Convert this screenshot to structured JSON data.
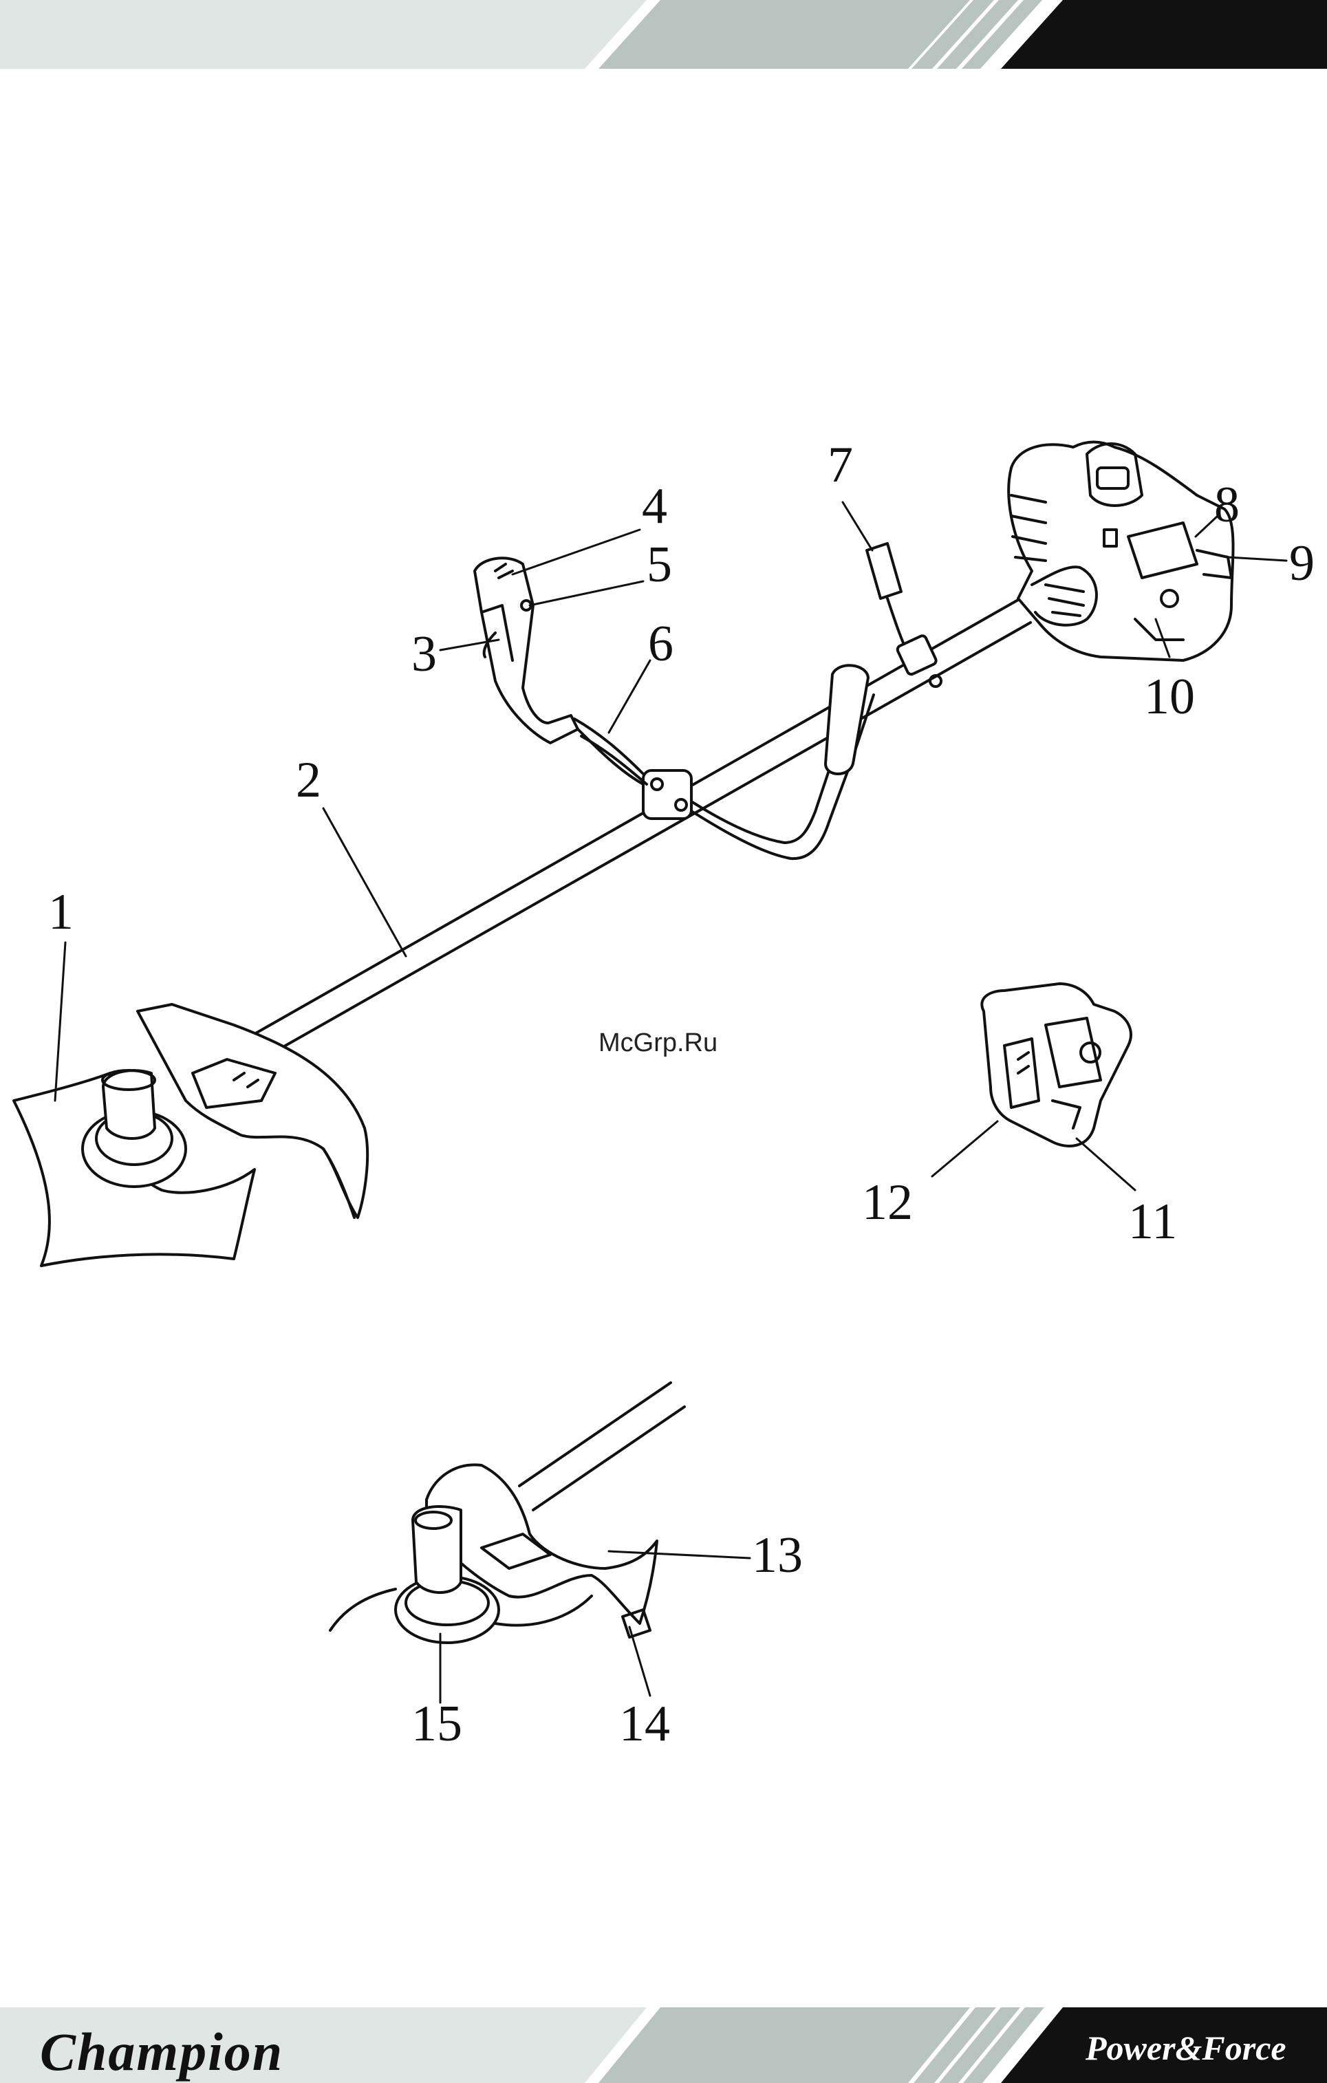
{
  "callouts": [
    {
      "id": "1",
      "text": "1"
    },
    {
      "id": "2",
      "text": "2"
    },
    {
      "id": "3",
      "text": "3"
    },
    {
      "id": "4",
      "text": "4"
    },
    {
      "id": "5",
      "text": "5"
    },
    {
      "id": "6",
      "text": "6"
    },
    {
      "id": "7",
      "text": "7"
    },
    {
      "id": "8",
      "text": "8"
    },
    {
      "id": "9",
      "text": "9"
    },
    {
      "id": "10",
      "text": "10"
    },
    {
      "id": "11",
      "text": "11"
    },
    {
      "id": "12",
      "text": "12"
    },
    {
      "id": "13",
      "text": "13"
    },
    {
      "id": "14",
      "text": "14"
    },
    {
      "id": "15",
      "text": "15"
    }
  ],
  "watermark": "McGrp.Ru",
  "footer": {
    "brand": "Champion",
    "tagline": "Power&Force"
  },
  "colors": {
    "band_light": "#dfe6e3",
    "band_mid": "#b9c4c0",
    "band_dark": "#111111",
    "line": "#111111"
  }
}
